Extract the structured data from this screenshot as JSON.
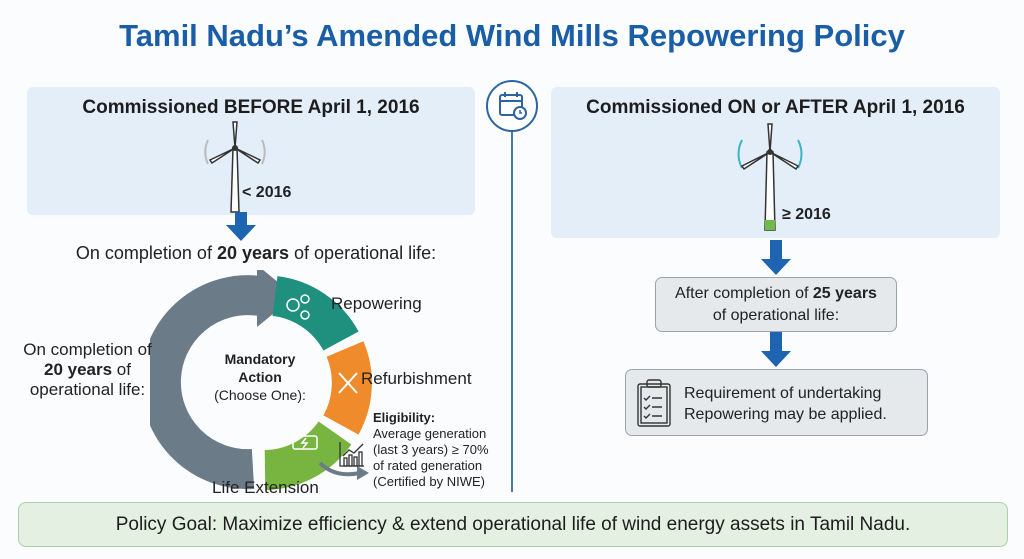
{
  "title": "Tamil Nadu’s Amended Wind Mills Repowering Policy",
  "left": {
    "header": "Commissioned BEFORE April 1, 2016",
    "turbine_label": "< 2016",
    "intro_pre": "On completion of ",
    "intro_bold": "20 years",
    "intro_post": " of operational life:",
    "side_pre": "On completion of",
    "side_bold": "20 years",
    "side_mid": " of",
    "side_post": "operational life:",
    "center_line1": "Mandatory",
    "center_line2": "Action",
    "center_line3": "(Choose One):",
    "options": [
      "Repowering",
      "Refurbishment",
      "Life Extension"
    ],
    "eligibility_title": "Eligibility:",
    "eligibility_lines": [
      "Average generation",
      "(last 3 years) ≥ 70%",
      "of rated generation",
      "(Certified by NIWE)"
    ]
  },
  "right": {
    "header": "Commissioned ON or AFTER April 1, 2016",
    "turbine_label": "≥ 2016",
    "step1_pre": "After completion of ",
    "step1_bold": "25 years",
    "step1_post": "of operational life:",
    "step2_line1": "Requirement of undertaking",
    "step2_line2": "Repowering may be applied."
  },
  "goal": "Policy Goal: Maximize efficiency & extend operational life of wind energy assets in Tamil Nadu.",
  "colors": {
    "title": "#1a5ea8",
    "arrow": "#1f64b0",
    "teal": "#1f8f7e",
    "orange": "#ef8b2a",
    "green": "#77b540",
    "gray": "#6c7b88"
  }
}
